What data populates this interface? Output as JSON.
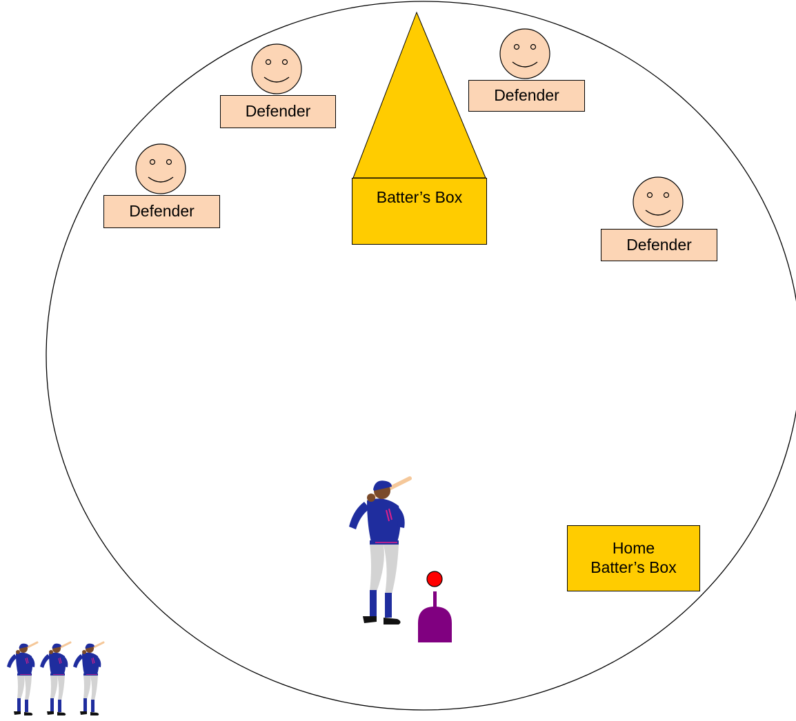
{
  "colors": {
    "defender_fill": "#FCD5B5",
    "batters_box_fill": "#FFCC00",
    "tee_fill": "#800080",
    "ball_fill": "#FF0000",
    "jersey": "#1F2D9E",
    "pants": "#D3D3D3",
    "skin": "#7A4A2A",
    "bat": "#F5C89A",
    "stripe": "#E0208A"
  },
  "labels": {
    "defender_1": "Defender",
    "defender_2": "Defender",
    "defender_3": "Defender",
    "defender_4": "Defender",
    "batters_box": "Batter’s Box",
    "home_box_line1": "Home",
    "home_box_line2": "Batter’s Box"
  },
  "icons": {
    "face": "smiley-face-icon",
    "batter": "baseball-batter-icon",
    "tee": "batting-tee-icon",
    "ball": "ball-icon"
  }
}
